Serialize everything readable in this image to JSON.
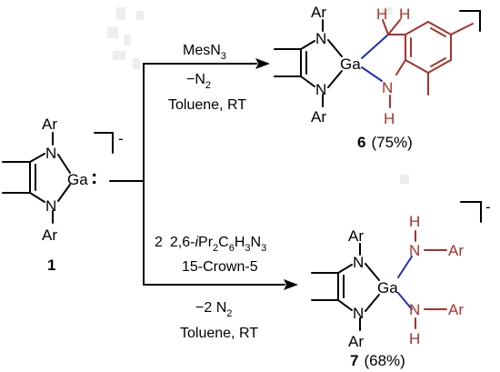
{
  "reactant": {
    "aryl_top": "Ar",
    "aryl_bottom": "Ar",
    "n_top": "N",
    "n_bottom": "N",
    "metal": "Ga",
    "lone_pair": ":",
    "charge": "-",
    "label": "1"
  },
  "upper_reaction": {
    "reagent": "MesN",
    "reagent_sub": "3",
    "byproduct": "−N",
    "byproduct_sub": "2",
    "conditions": "Toluene,  RT"
  },
  "lower_reaction": {
    "reagent_count": "2",
    "reagent_prefix": "2,6-",
    "reagent_italic": "i",
    "reagent_body": "Pr",
    "reagent_sub1": "2",
    "reagent_mid1": "C",
    "reagent_sub2": "6",
    "reagent_mid2": "H",
    "reagent_sub3": "3",
    "reagent_mid3": "N",
    "reagent_sub4": "3",
    "additive": "15-Crown-5",
    "byproduct": "−2 N",
    "byproduct_sub": "2",
    "conditions": "Toluene,  RT"
  },
  "product_6": {
    "aryl_top": "Ar",
    "aryl_bottom": "Ar",
    "n_top": "N",
    "n_bottom": "N",
    "metal": "Ga",
    "ch2_h1": "H",
    "ch2_h2": "H",
    "amide_n": "N",
    "amide_h": "H",
    "label": "6",
    "yield": "(75%)"
  },
  "product_7": {
    "aryl_top": "Ar",
    "aryl_bottom": "Ar",
    "n_top": "N",
    "n_bottom": "N",
    "metal": "Ga",
    "amide1_h": "H",
    "amide1_n": "N",
    "amide1_ar": "Ar",
    "amide2_n": "N",
    "amide2_h": "H",
    "amide2_ar": "Ar",
    "charge": "-",
    "label": "7",
    "yield": "(68%)"
  },
  "colors": {
    "bond": "#000000",
    "ga_bond": "#1f2cc2",
    "new_fragment": "#a6332c"
  }
}
